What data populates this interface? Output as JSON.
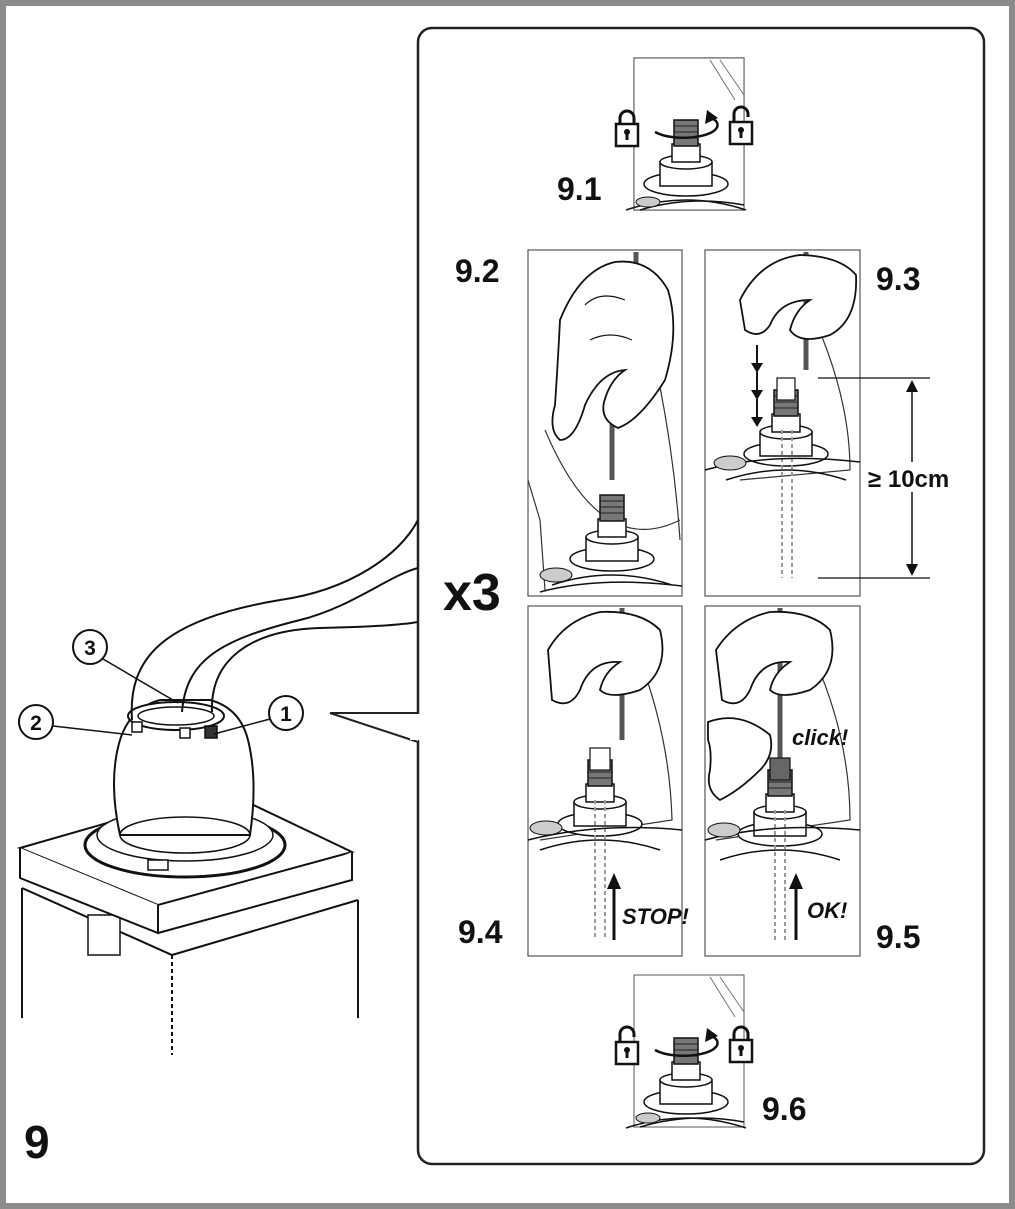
{
  "figure": {
    "number": "9",
    "multiplier": "x3",
    "callouts": [
      "1",
      "2",
      "3"
    ],
    "steps": [
      {
        "id": "9.1",
        "label": "9.1"
      },
      {
        "id": "9.2",
        "label": "9.2"
      },
      {
        "id": "9.3",
        "label": "9.3"
      },
      {
        "id": "9.4",
        "label": "9.4"
      },
      {
        "id": "9.5",
        "label": "9.5"
      },
      {
        "id": "9.6",
        "label": "9.6"
      }
    ],
    "annotations": {
      "distance": "≥ 10cm",
      "stop": "STOP!",
      "ok": "OK!",
      "click": "click!"
    },
    "colors": {
      "frame": "#8c8c8c",
      "ink": "#111111",
      "panel_border": "#222222",
      "cable_gray": "#9a9a9a"
    },
    "icons": [
      "lock-closed-icon",
      "lock-open-icon",
      "rotate-arrow-icon",
      "hand-icon",
      "arrow-up-icon",
      "arrow-down-icon"
    ]
  }
}
